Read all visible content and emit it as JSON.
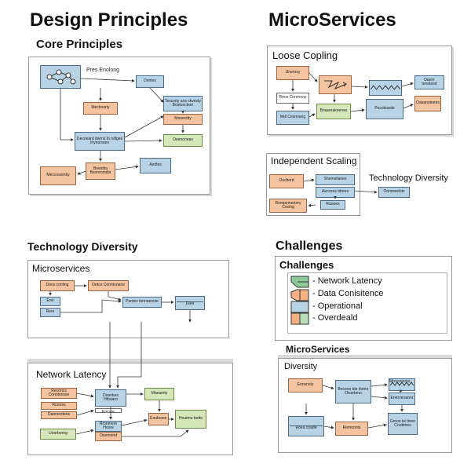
{
  "headings": {
    "design_principles": "Design Principles",
    "microservices_top": "MicroServices",
    "technology_diversity_left": "Technology Diversity",
    "challenges_right": "Challenges"
  },
  "core": {
    "title": "Core Principles",
    "nodes": [
      "Pres Enolong",
      "Dontes",
      "Tescsrty ans ckvesty Bostoncteer",
      "Mechoorty",
      "Menectity",
      "Decneard dwrns fo ndiges Ihynonsies",
      "Oeenoneas",
      "Bnesttia Bsorenmdia",
      "Meccosomky",
      "Aedtes"
    ]
  },
  "loose": {
    "title": "Loose Copling",
    "nodes": [
      "Unenrsy",
      "Rnce Cnnrnooy",
      "Mdl Cosnnung",
      "Bnaserakeenes",
      "Daenr tenotesd",
      "Pocotearde",
      "Oasanoteees"
    ]
  },
  "scaling": {
    "title": "Independent Scaling",
    "nodes": [
      "Oocbord",
      "Shemelianes",
      "Aeccess tdrees",
      "Rompemertery Cocing",
      "Raooes"
    ]
  },
  "tech_diversity_label": "Technology Diversity",
  "tech_diversity_node": "Oonreeelsts",
  "microservices_panel": {
    "title": "Microservices",
    "nodes": [
      "Daos conling",
      "Oetos Conntnnane",
      "Eret",
      "Rere",
      "Puntes tonneencte",
      "Dare"
    ]
  },
  "network_latency": {
    "title": "Network Latency",
    "nodes": [
      "Reconcs Conntoosse",
      "Roones",
      "Daonecdens",
      "Uoerborng",
      "Doonkes Htbaaro",
      "Ronseua Eocare",
      "Maeamty",
      "Rronmere Hoore",
      "Ooemond",
      "Eoubonor",
      "Houtme botte"
    ]
  },
  "challenges_panel": {
    "title": "Challenges",
    "items": [
      "- Network Latency",
      "- Data Conisitence",
      "- Operational",
      "- Overdeald"
    ],
    "icon_names": [
      "green-swatch-icon",
      "orange-swatch-icon",
      "blue-swatch-icon",
      "orange-green-swatch-icon"
    ]
  },
  "microservices_bottom": {
    "title": "MicroServices",
    "subtitle": "Diversity",
    "nodes": [
      "Eonsnoly",
      "Beceos tde doore Oisorteno",
      "Mrocoonres",
      "Enerveratonr",
      "Roea coade",
      "Remoonts",
      "Groos tw tinnn Coobtnes"
    ]
  },
  "colors": {
    "blue": "#b9d3e6",
    "orange": "#f4c39f",
    "green": "#d5e6b8",
    "line": "#333333"
  }
}
